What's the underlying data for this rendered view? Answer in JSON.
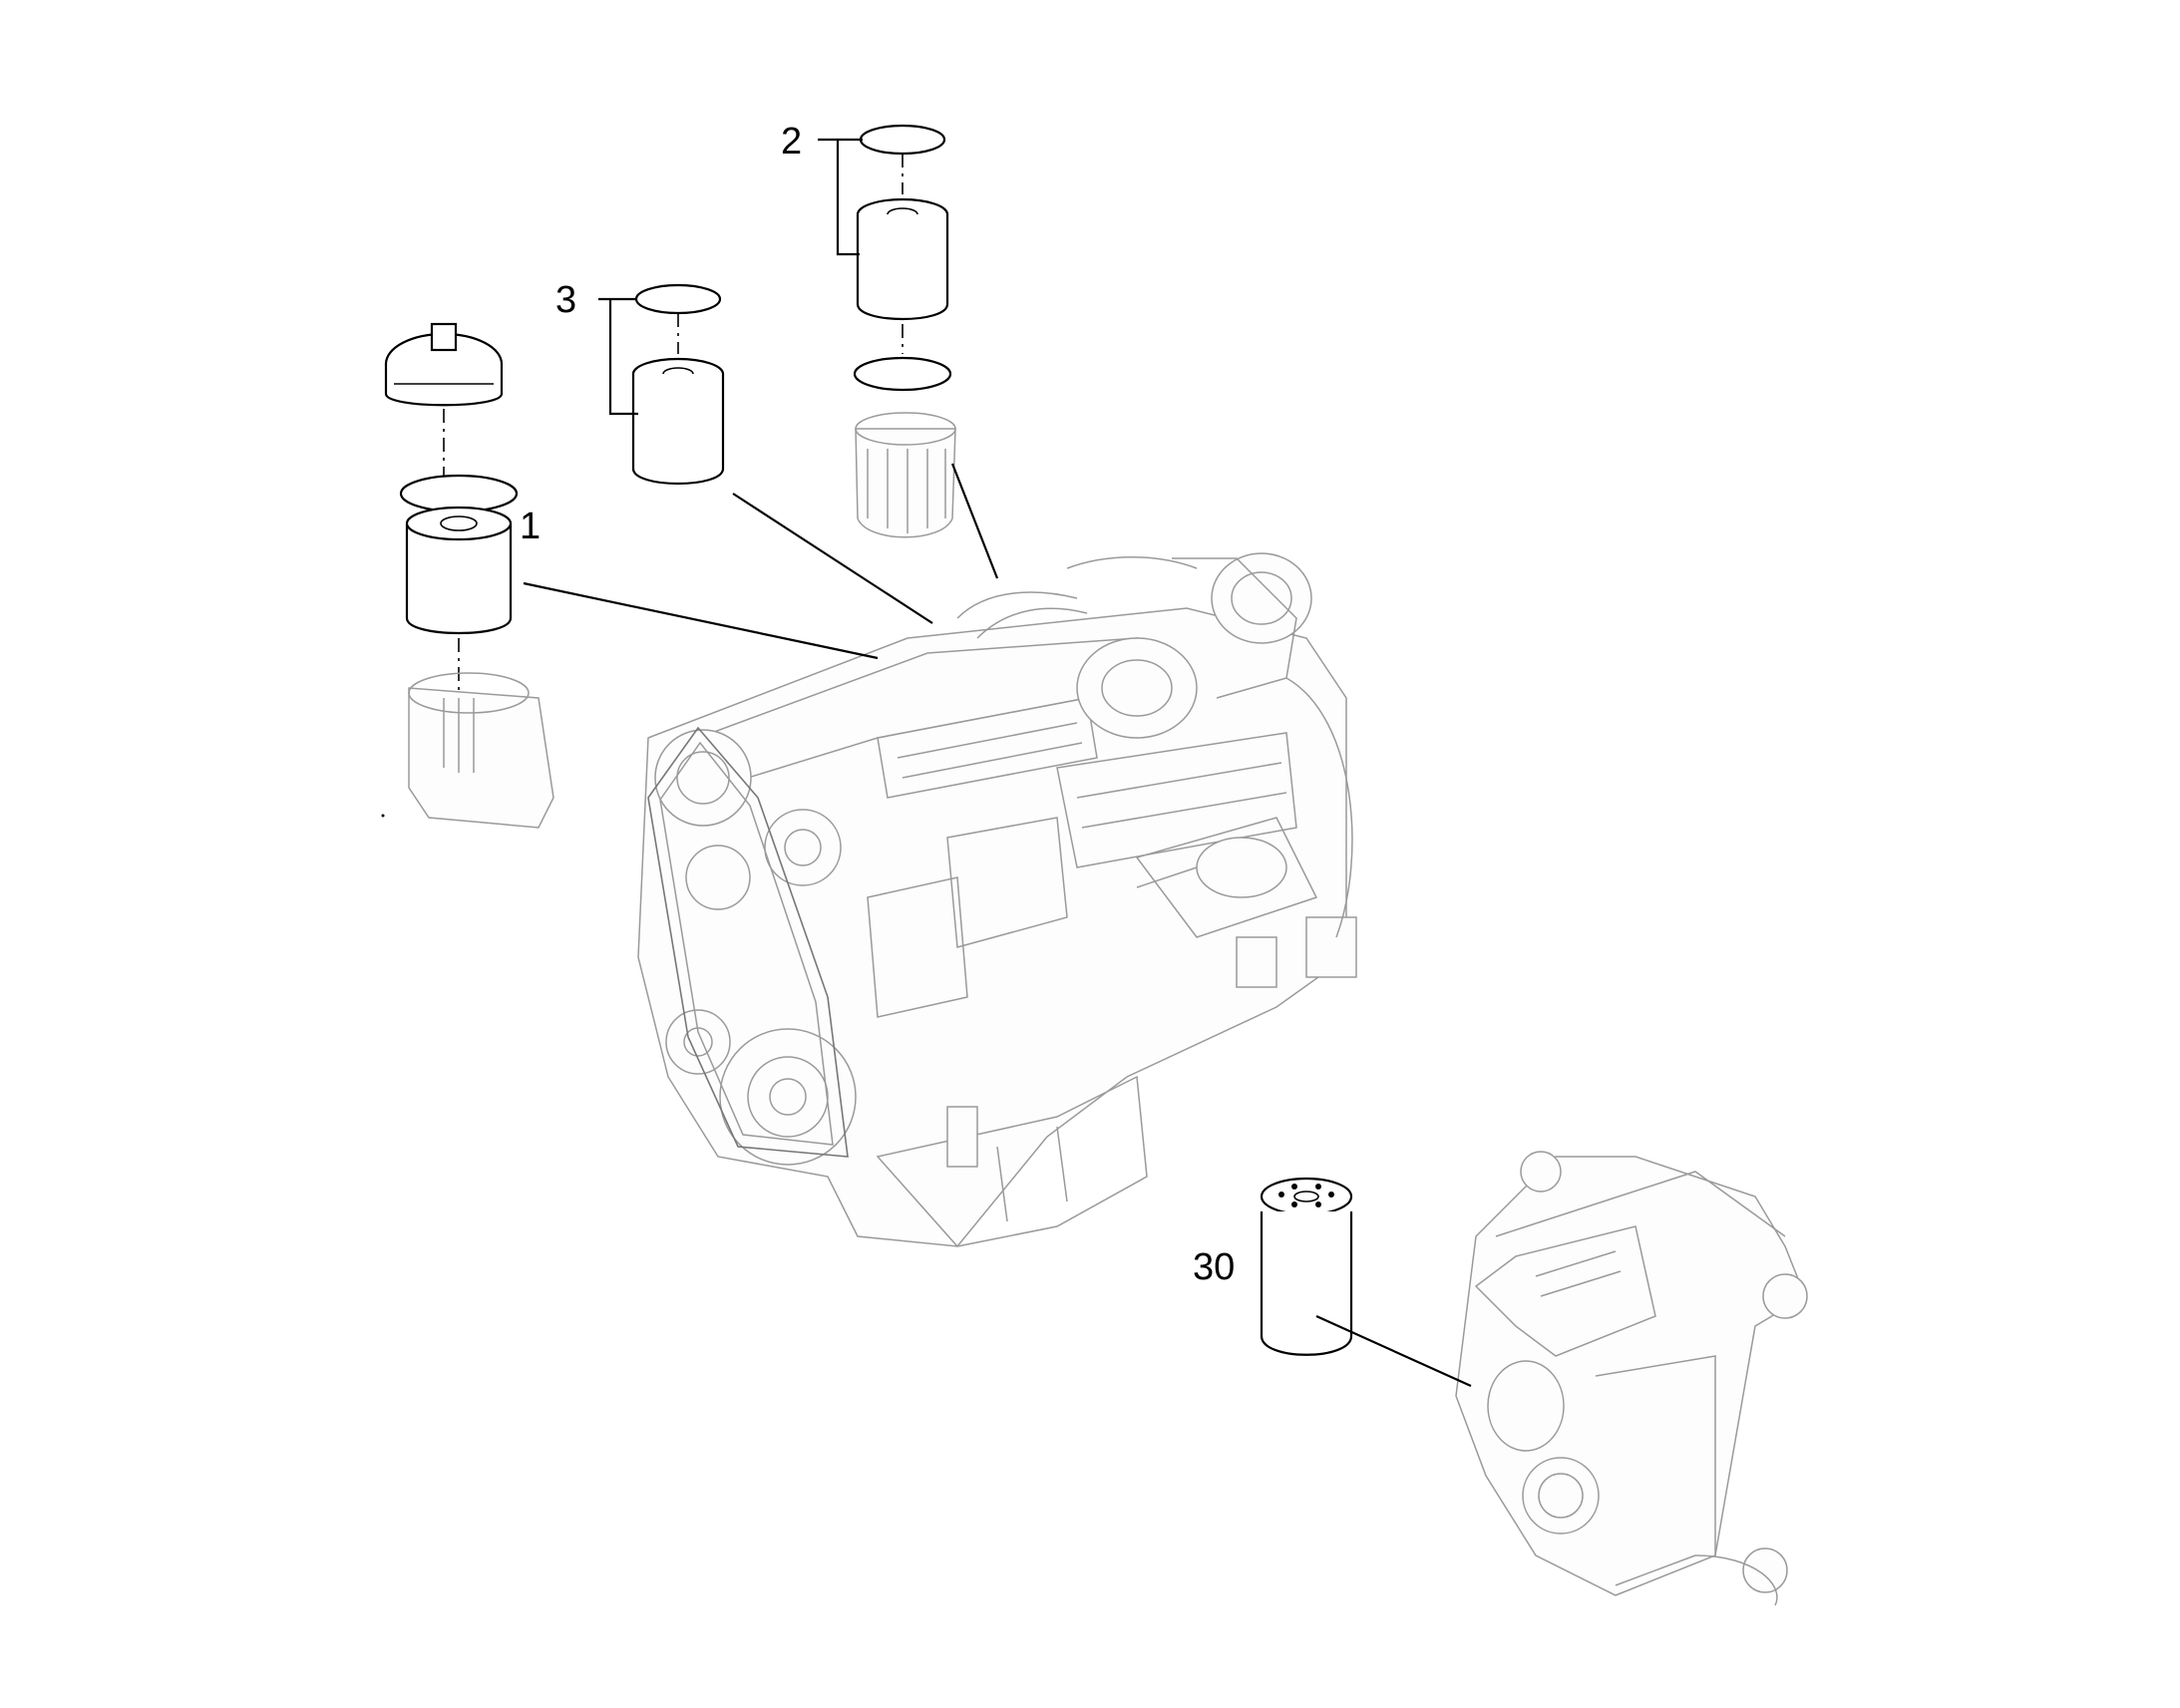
{
  "callouts": [
    {
      "id": "1",
      "label": "1"
    },
    {
      "id": "2",
      "label": "2"
    },
    {
      "id": "3",
      "label": "3"
    },
    {
      "id": "30",
      "label": "30"
    }
  ]
}
